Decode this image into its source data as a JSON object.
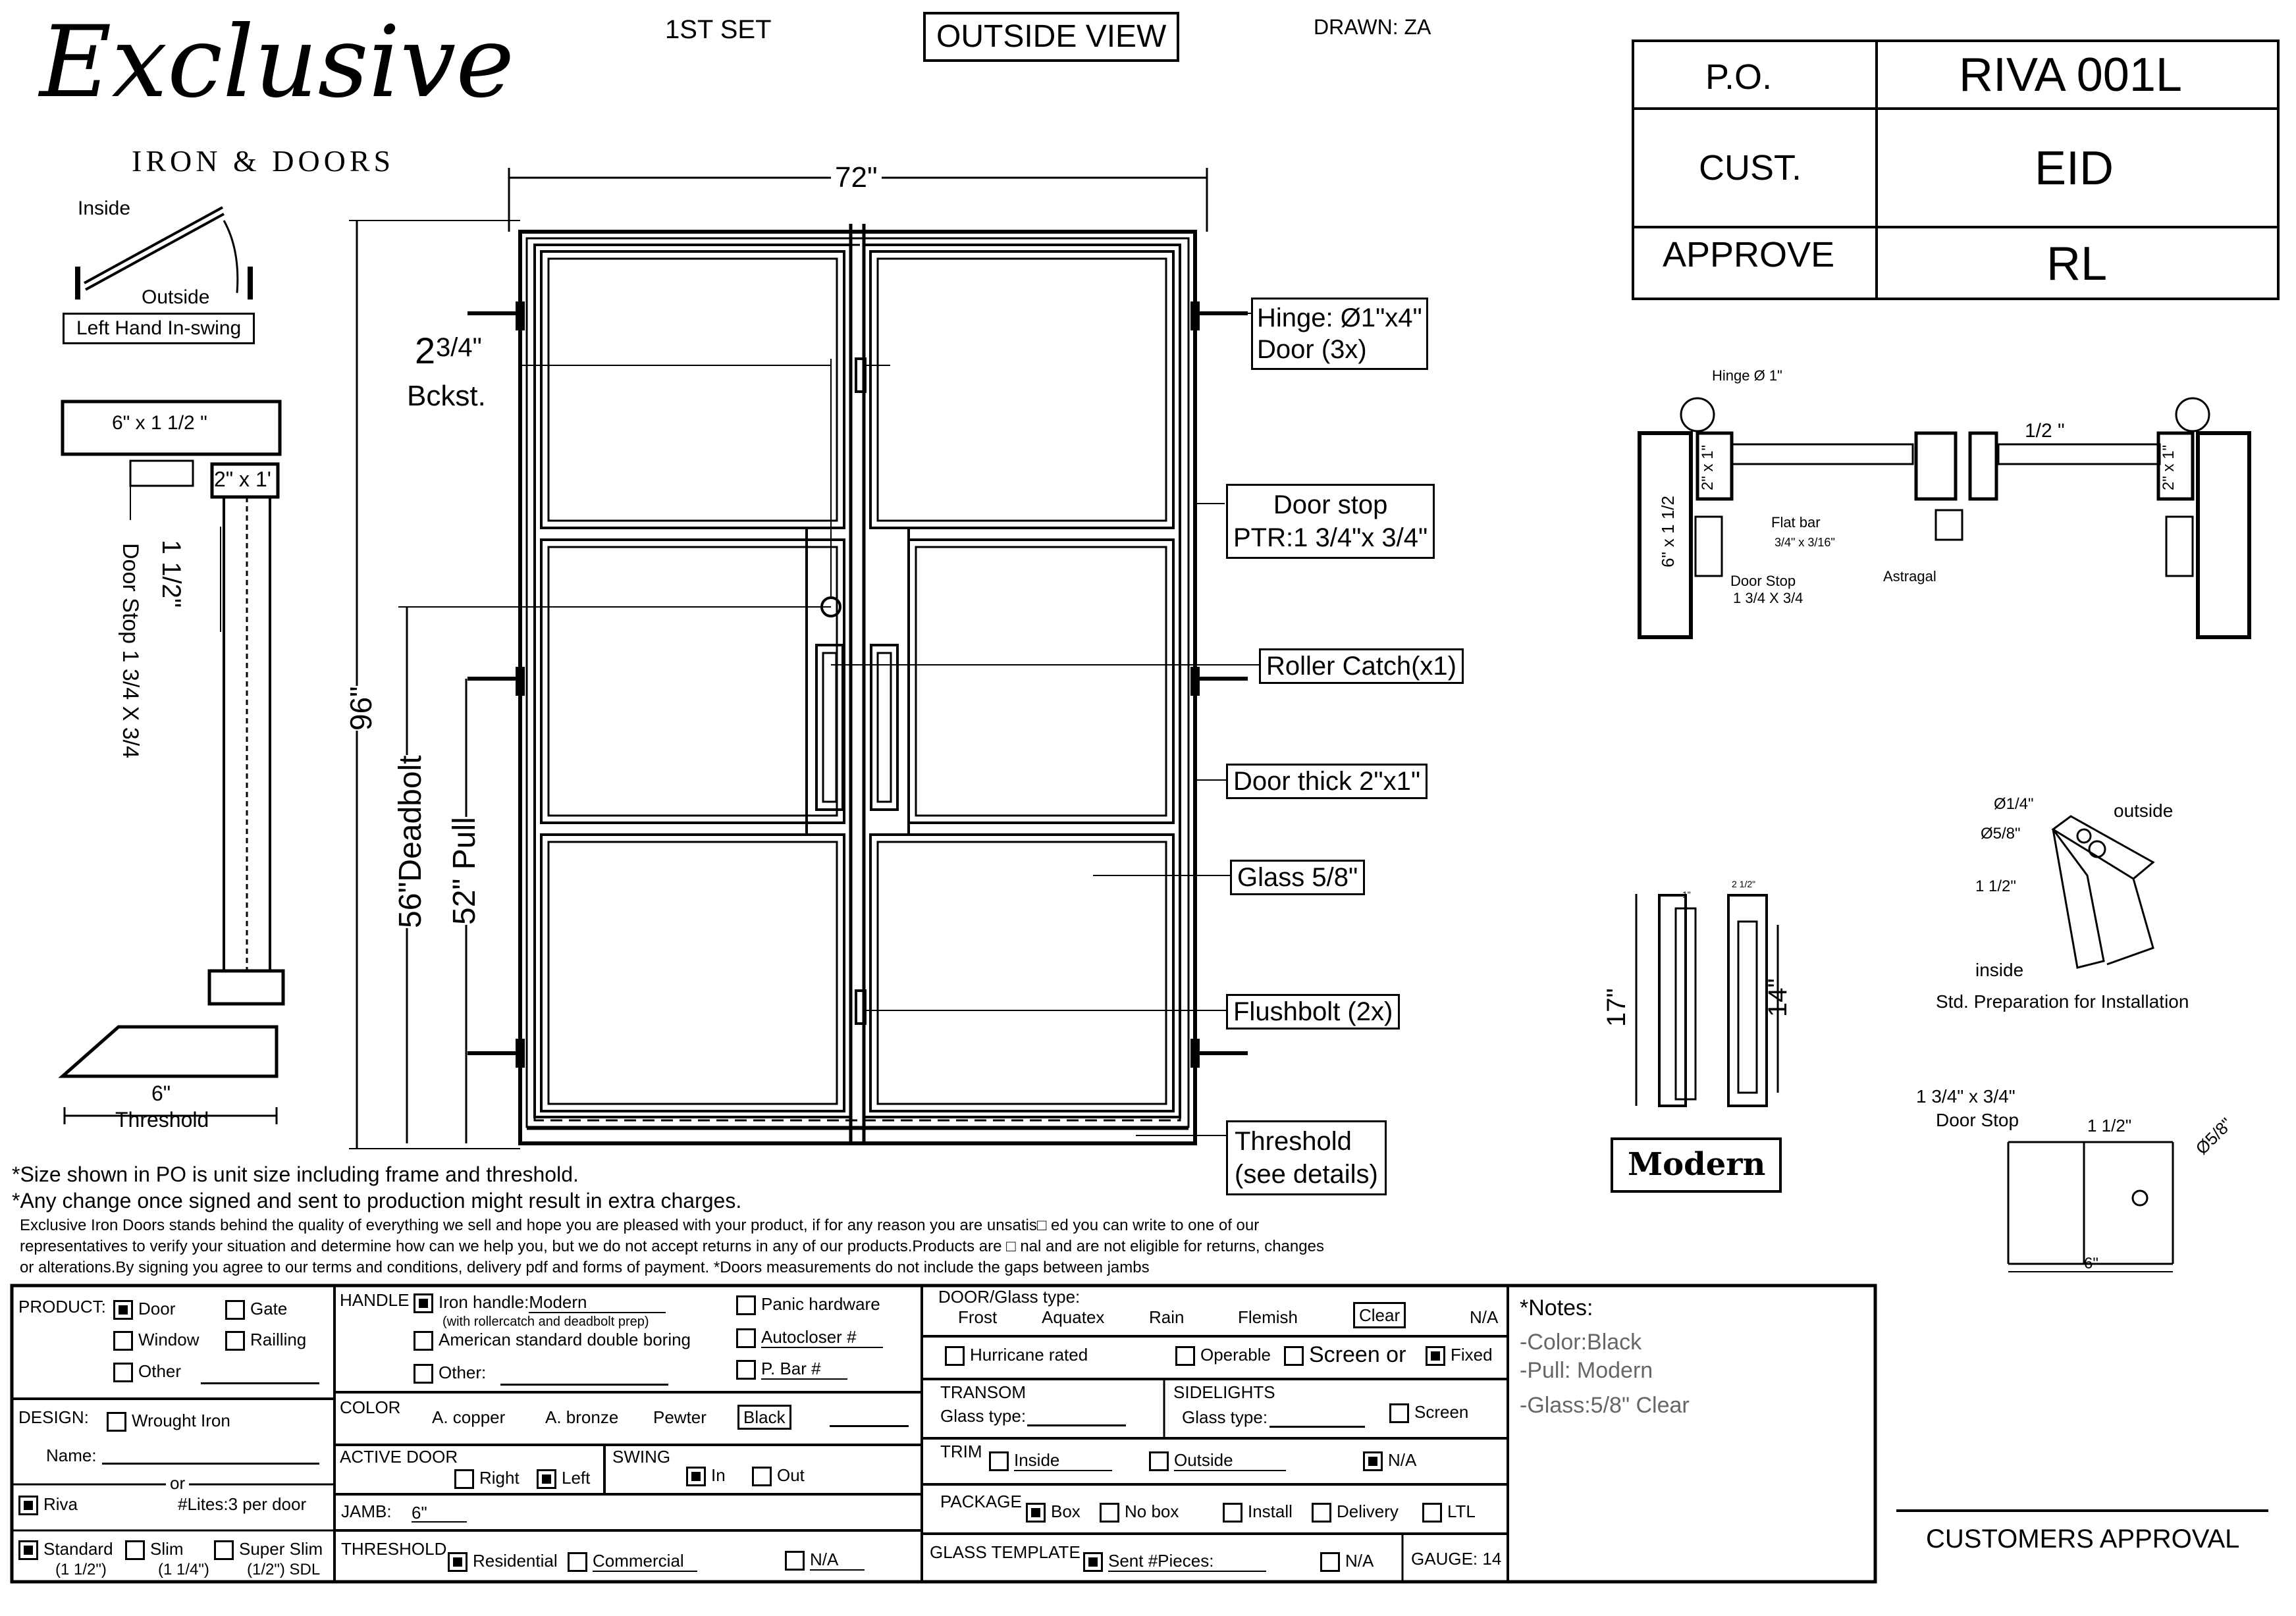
{
  "header": {
    "logo_script": "Exclusive",
    "logo_sub": "IRON & DOORS",
    "set": "1ST SET",
    "view": "OUTSIDE VIEW",
    "drawn": "DRAWN: ZA"
  },
  "info_table": [
    {
      "label": "P.O.",
      "value": "RIVA 001L"
    },
    {
      "label": "CUST.",
      "value": "EID"
    },
    {
      "label": "APPROVE",
      "value": "RL"
    }
  ],
  "swing": {
    "inside": "Inside",
    "outside": "Outside",
    "label": "Left Hand In-swing"
  },
  "section": {
    "top": "6\" x 1 1/2 \"",
    "frame": "2\" x 1'",
    "vertical": "1 1/2\"",
    "stop": "Door Stop 1 3/4 X 3/4",
    "width": "6\"",
    "threshold": "Threshold"
  },
  "dims": {
    "width": "72\"",
    "height": "96\"",
    "backset_num": "2",
    "backset_frac": "3/4\"",
    "backset": "Bckst.",
    "deadbolt": "56\"Deadbolt",
    "pull": "52\" Pull"
  },
  "callouts": {
    "hinge": "Hinge: Ø1\"x4\"",
    "hinge2": "Door (3x)",
    "doorstop": "Door stop",
    "ptr": "PTR:1 3/4\"x 3/4\"",
    "roller": "Roller Catch(x1)",
    "thick": "Door thick 2\"x1\"",
    "glass": "Glass 5/8\"",
    "flush": "Flushbolt (2x)",
    "threshold": "Threshold",
    "threshold2": "(see details)"
  },
  "plan": {
    "hinge": "Hinge Ø 1\"",
    "half": "1/2 \"",
    "frame_l": "2\" x 1\"",
    "frame_r": "2\" x 1\"",
    "side": "6\" x 1 1/2",
    "flat": "Flat bar",
    "flat2": "3/4\" x 3/16\"",
    "stop": "Door Stop",
    "stop2": "1 3/4 X 3/4",
    "astragal": "Astragal"
  },
  "handle_detail": {
    "h17": "17\"",
    "h14": "14\"",
    "w1": "1\"",
    "w2": "2 1/2\"",
    "label": "Modern"
  },
  "install": {
    "d14": "Ø1/4\"",
    "d58": "Ø5/8\"",
    "d112": "1 1/2\"",
    "outside": "outside",
    "inside": "inside",
    "caption": "Std. Preparation for Installation"
  },
  "stop_detail": {
    "title": "1 3/4\" x 3/4\"",
    "title2": "Door Stop",
    "d112": "1 1/2\"",
    "d58": "Ø5/8\"",
    "w6": "6\""
  },
  "disclaimers": [
    "*Size shown in PO is unit size including frame and threshold.",
    "*Any change once signed and sent to production might result in extra charges."
  ],
  "terms": [
    "Exclusive Iron Doors stands behind the quality of everything we sell and hope you are pleased with your product, if for any reason you are unsatis□ ed you can write to one of our",
    "representatives to verify your situation and determine how can we help you, but we do not accept returns in any of our products.Products are □ nal and are not eligible for returns, changes",
    "or alterations.By signing you agree to our terms and conditions, delivery pdf and forms of payment. *Doors measurements do not include the gaps between jambs"
  ],
  "form": {
    "product": "PRODUCT:",
    "door": "Door",
    "gate": "Gate",
    "window": "Window",
    "railing": "Railling",
    "other": "Other",
    "design": "DESIGN:",
    "wrought": "Wrought Iron",
    "name": "Name:",
    "or": "or",
    "riva": "Riva",
    "lites": "#Lites:3 per door",
    "standard": "Standard",
    "standard2": "(1 1/2\")",
    "slim": "Slim",
    "slim2": "(1 1/4\")",
    "superslim": "Super Slim",
    "superslim2": "(1/2\") SDL",
    "handle": "HANDLE",
    "iron_handle": "Iron handle:",
    "iron_val": "Modern",
    "handle_note": "(with rollercatch and deadbolt prep)",
    "american": "American standard double boring",
    "handle_other": "Other:",
    "panic": "Panic hardware",
    "autocloser": "Autocloser #",
    "pbar": "P. Bar #",
    "color": "COLOR",
    "copper": "A. copper",
    "bronze": "A. bronze",
    "pewter": "Pewter",
    "black": "Black",
    "active": "ACTIVE DOOR",
    "right": "Right",
    "left": "Left",
    "swing": "SWING",
    "in": "In",
    "out": "Out",
    "jamb": "JAMB:",
    "jamb_val": "6\"",
    "threshold": "THRESHOLD",
    "residential": "Residential",
    "commercial": "Commercial",
    "na": "N/A",
    "glass_type": "DOOR/Glass type:",
    "frost": "Frost",
    "aquatex": "Aquatex",
    "rain": "Rain",
    "flemish": "Flemish",
    "clear": "Clear",
    "hurricane": "Hurricane rated",
    "operable": "Operable",
    "screen_or": "Screen or",
    "fixed": "Fixed",
    "transom": "TRANSOM",
    "transom_glass": "Glass type:",
    "sidelights": "SIDELIGHTS",
    "side_glass": "Glass type:",
    "screen": "Screen",
    "trim": "TRIM",
    "inside": "Inside",
    "outside": "Outside",
    "package": "PACKAGE",
    "box": "Box",
    "nobox": "No box",
    "install": "Install",
    "delivery": "Delivery",
    "ltl": "LTL",
    "template": "GLASS TEMPLATE",
    "sent": "Sent #Pieces:",
    "gauge": "GAUGE: 14"
  },
  "notes": {
    "title": "*Notes:",
    "items": [
      "-Color:Black",
      "-Pull: Modern",
      "-Glass:5/8\" Clear"
    ]
  },
  "approval": "CUSTOMERS APPROVAL"
}
